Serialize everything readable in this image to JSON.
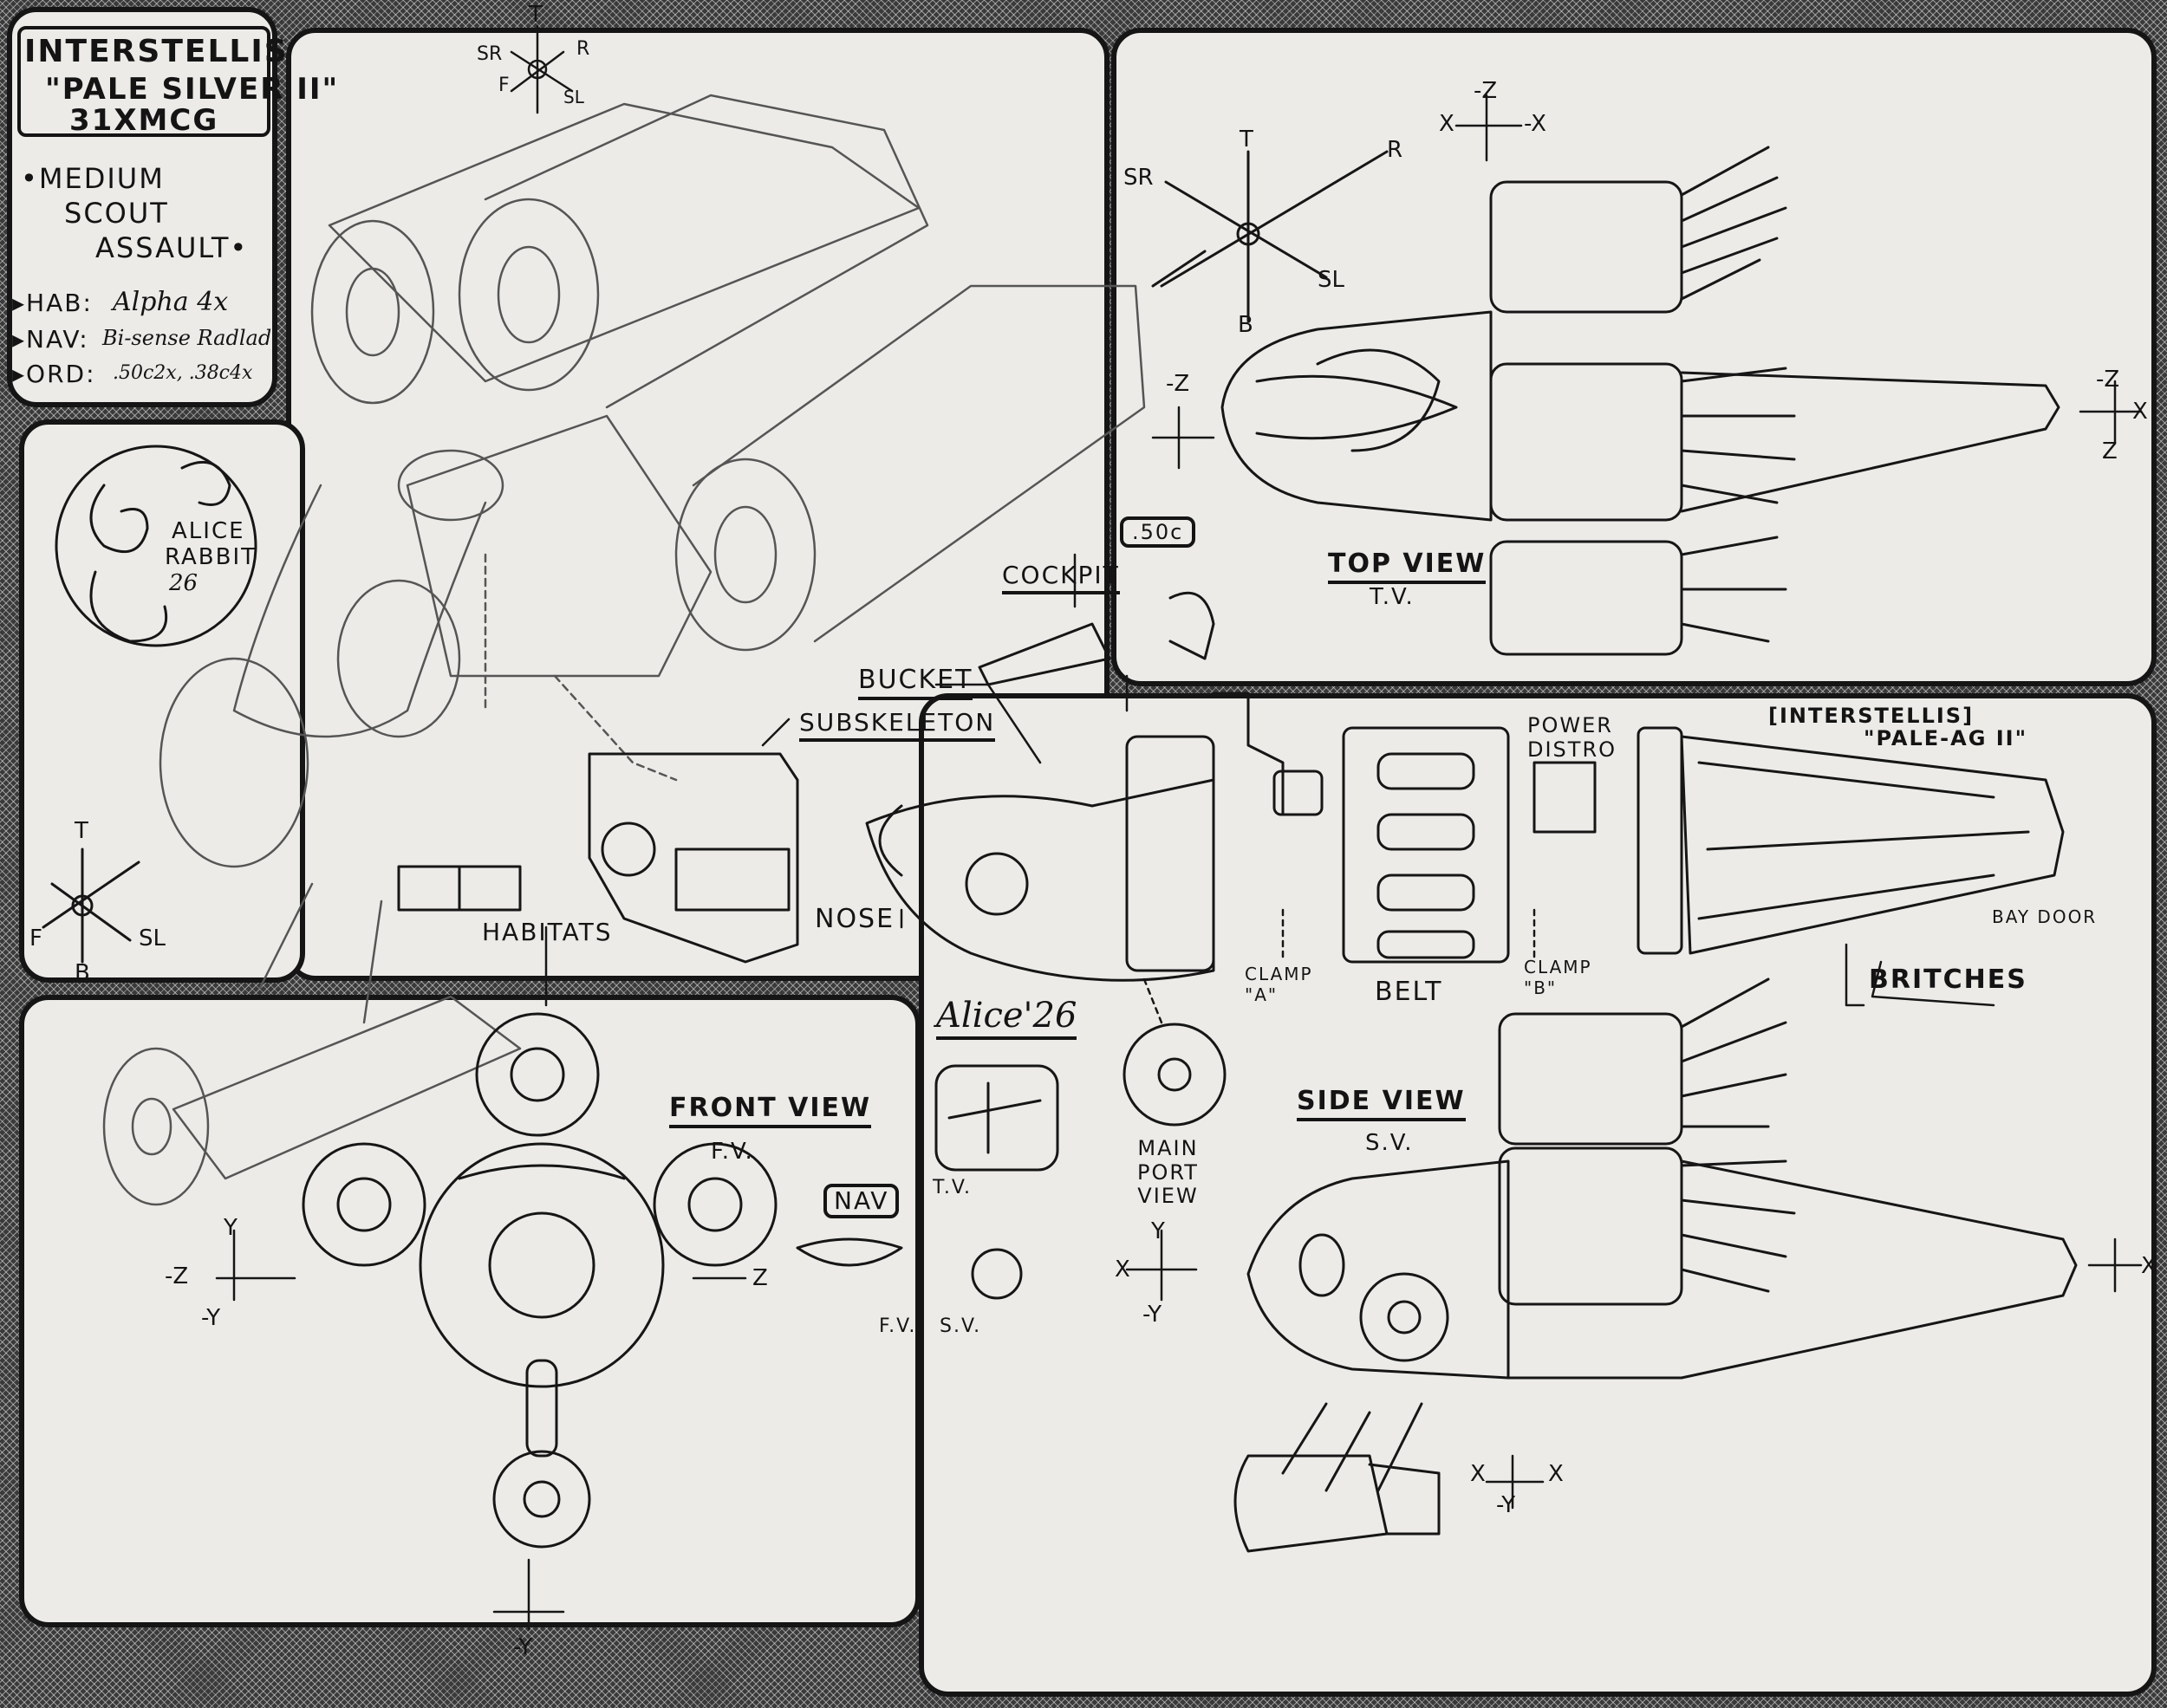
{
  "title_block": {
    "manufacturer": "INTERSTELLIS",
    "name": "\"PALE SILVER II\"",
    "code": "31XMCG",
    "class_lines": [
      "•MEDIUM",
      "SCOUT",
      "ASSAULT•"
    ],
    "specs": [
      {
        "key": "▸HAB:",
        "value": "Alpha 4x"
      },
      {
        "key": "▸NAV:",
        "value": "Bi-sense Radlad"
      },
      {
        "key": "▸ORD:",
        "value": ".50c2x, .38c4x"
      }
    ]
  },
  "logo": {
    "lines": [
      "ALICE",
      "RABBIT",
      "26"
    ]
  },
  "compass_small": {
    "t": "T",
    "sr": "SR",
    "r": "R",
    "f": "F",
    "sl": "SL"
  },
  "compass_top": {
    "t": "T",
    "sr": "SR",
    "r": "R",
    "sl": "SL",
    "b": "B"
  },
  "compass_left": {
    "t": "T",
    "f": "F",
    "sl": "SL",
    "b": "B"
  },
  "axes": {
    "top_view_top": [
      "-Z",
      "X",
      "-X"
    ],
    "top_view_left": "-Z",
    "top_view_right": [
      "-Z",
      "X",
      "Z"
    ],
    "front_left": [
      "Y",
      "-Z",
      "-Y"
    ],
    "front_right": "Z",
    "front_bottom": "-Y",
    "side_left": [
      "Y",
      "X",
      "-Y"
    ],
    "side_right": "X",
    "side_bottom": [
      "X",
      "X",
      "-Y"
    ]
  },
  "views": {
    "top": {
      "label": "TOP VIEW",
      "abbr": "T.V."
    },
    "front": {
      "label": "FRONT VIEW",
      "abbr": "F.V."
    },
    "side": {
      "label": "SIDE VIEW",
      "abbr": "S.V."
    }
  },
  "parts": {
    "gun": ".50c",
    "cockpit": "COCKPIT",
    "bucket": "BUCKET",
    "subskeleton": "SUBSKELETON",
    "nose": "NOSE",
    "habitats": "HABITATS",
    "power_distro": "POWER\nDISTRO",
    "clamp_a": "CLAMP\n\"A\"",
    "belt": "BELT",
    "clamp_b": "CLAMP\n\"B\"",
    "britches": "BRITCHES",
    "bay_door": "BAY DOOR",
    "main_port_view": "MAIN\nPORT\nVIEW",
    "hull_marking": [
      "[INTERSTELLIS]",
      "\"PALE-AG II\""
    ]
  },
  "signature": "Alice'26",
  "nav_inset": {
    "tv": "T.V.",
    "label": "NAV",
    "fv": "F.V.",
    "sv": "S.V."
  }
}
